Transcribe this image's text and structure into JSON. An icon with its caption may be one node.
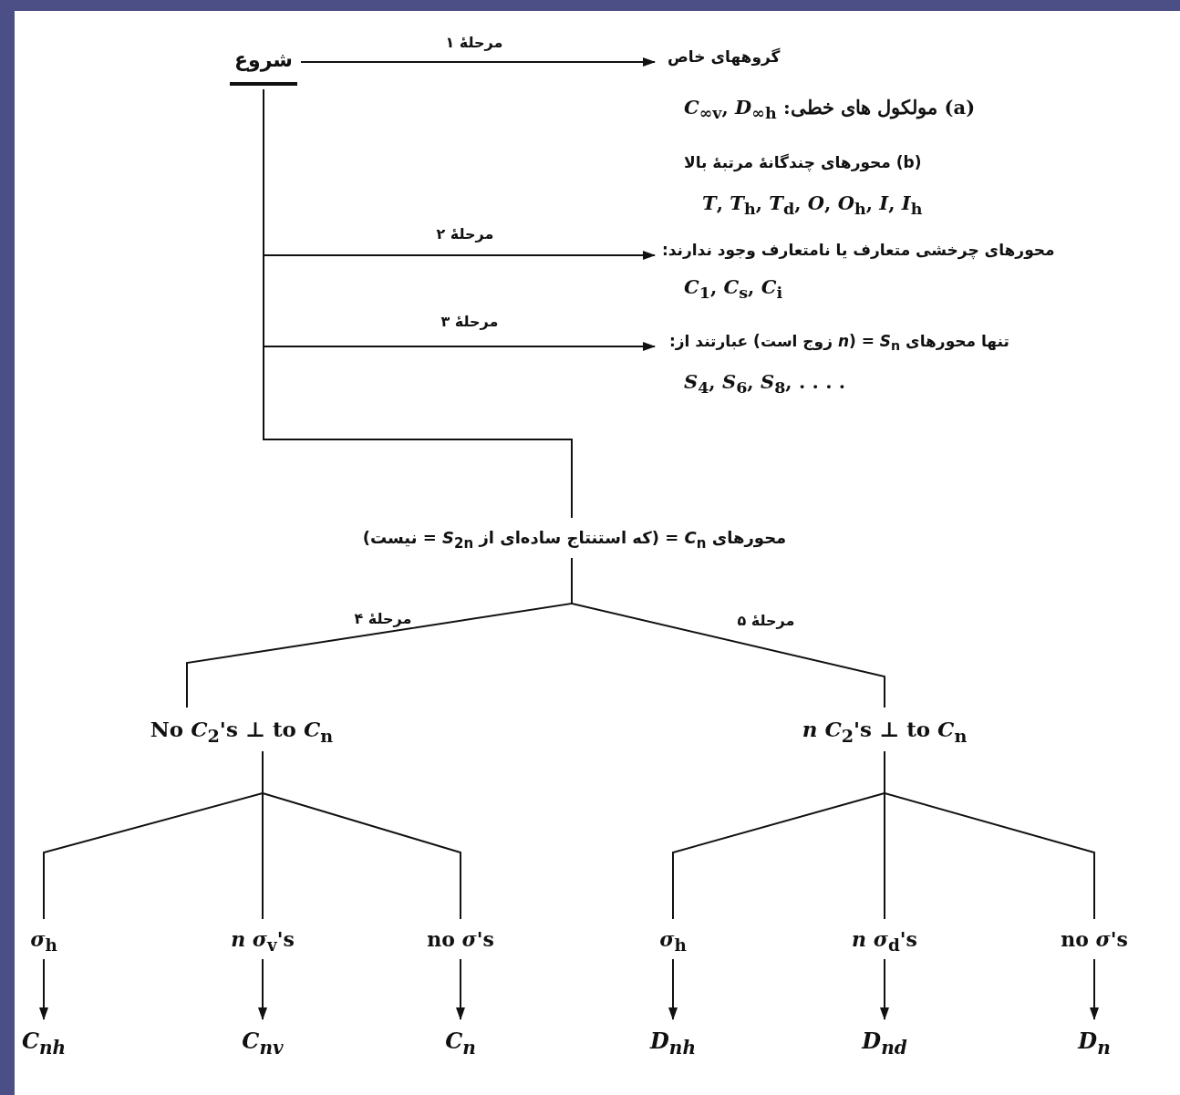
{
  "diagram": {
    "nodes": [
      {
        "text": [
          "شروع"
        ]
      },
      {
        "text": [
          "گروههای خاص",
          "(a) مولکول های خطی: *C*$_{∞v}$, *D*$_{∞h}$",
          "(b) محورهای چندگانهٔ مرتبهٔ بالا",
          "*T*, *T*$_{h}$, *T*$_{d}$, *O*, *O*$_{h}$, *I*, *I*$_{h}$"
        ]
      },
      {
        "text": [
          "محورهای چرخشی متعارف یا نامتعارف وجود ندارند:",
          "*C*$_{1}$, *C*$_{s}$, *C*$_{i}$"
        ]
      },
      {
        "text": [
          "تنها محورهای *S*$_{n}$ = (*n* زوج است) عبارتند از:",
          "*S*$_{4}$, *S*$_{6}$, *S*$_{8}$, . . . ."
        ]
      },
      {
        "text": [
          "محورهای *C*$_{n}$ = (که استنتاج ساده‌ای از *S*$_{2n}$ = نیست)"
        ]
      },
      {
        "text": [
          "No *C*$_{2}$'s ⊥ to *C*$_{n}$"
        ]
      },
      {
        "text": [
          "*n* *C*$_{2}$'s ⊥ to *C*$_{n}$"
        ]
      },
      {
        "text": [
          "*σ*$_{h}$"
        ]
      },
      {
        "text": [
          "*n* *σ*$_{v}$'s"
        ]
      },
      {
        "text": [
          "no *σ*'s"
        ]
      },
      {
        "text": [
          "*σ*$_{h}$"
        ]
      },
      {
        "text": [
          "*n* *σ*$_{d}$'s"
        ]
      },
      {
        "text": [
          "no *σ*'s"
        ]
      },
      {
        "text": [
          "*C*$_{nh}$"
        ]
      },
      {
        "text": [
          "*C*$_{nv}$"
        ]
      },
      {
        "text": [
          "*C*$_{n}$"
        ]
      },
      {
        "text": [
          "*D*$_{nh}$"
        ]
      },
      {
        "text": [
          "*D*$_{nd}$"
        ]
      },
      {
        "text": [
          "*D*$_{n}$"
        ]
      }
    ],
    "edges": [
      {
        "from": 0,
        "to": 1,
        "arrow": "to",
        "label": "مرحلهٔ ۱"
      },
      {
        "from": 0,
        "to": 2,
        "arrow": "to",
        "label": "مرحلهٔ ۲"
      },
      {
        "from": 0,
        "to": 3,
        "arrow": "to",
        "label": "مرحلهٔ ۳"
      },
      {
        "from": 0,
        "to": 4,
        "arrow": "none"
      },
      {
        "from": 4,
        "to": 5,
        "arrow": "none",
        "label": "مرحلهٔ ۴"
      },
      {
        "from": 4,
        "to": 6,
        "arrow": "none",
        "label": "مرحلهٔ ۵"
      },
      {
        "from": 5,
        "to": 7,
        "arrow": "none"
      },
      {
        "from": 5,
        "to": 8,
        "arrow": "none"
      },
      {
        "from": 5,
        "to": 9,
        "arrow": "none"
      },
      {
        "from": 6,
        "to": 10,
        "arrow": "none"
      },
      {
        "from": 6,
        "to": 11,
        "arrow": "none"
      },
      {
        "from": 6,
        "to": 12,
        "arrow": "none"
      },
      {
        "from": 7,
        "to": 13,
        "arrow": "to"
      },
      {
        "from": 8,
        "to": 14,
        "arrow": "to"
      },
      {
        "from": 9,
        "to": 15,
        "arrow": "to"
      },
      {
        "from": 10,
        "to": 16,
        "arrow": "to"
      },
      {
        "from": 11,
        "to": 17,
        "arrow": "to"
      },
      {
        "from": 12,
        "to": 18,
        "arrow": "to"
      }
    ]
  }
}
